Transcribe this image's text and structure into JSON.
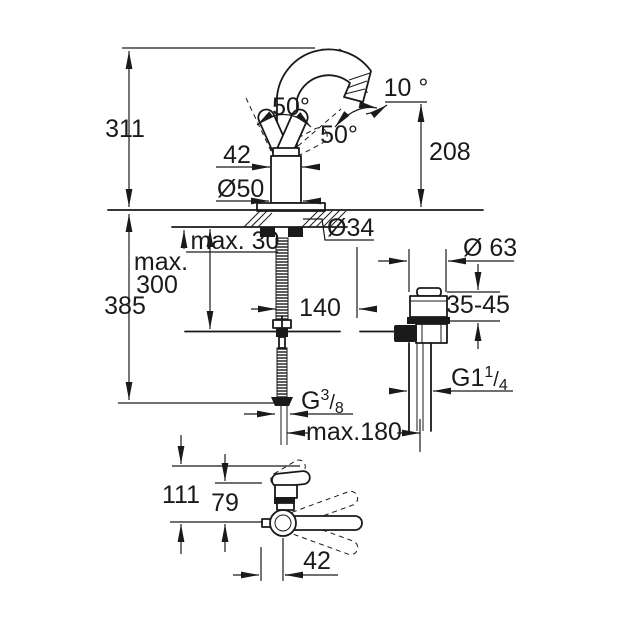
{
  "drawing": {
    "kind": "faucet installation dimension drawing",
    "views": [
      "side elevation with pop-up waste",
      "front elevation"
    ],
    "line_color": "#1a1a1a",
    "background_color": "#ffffff"
  },
  "main_view": {
    "overall_height": "311",
    "below_deck_height": "385",
    "hose_max_word": "max.",
    "hose_max_value": "300",
    "deck_thickness_max": "max. 30",
    "body_width": "42",
    "base_diameter": "Ø50",
    "hole_diameter": "Ø34",
    "lever_angle": "50°",
    "spout_swivel_angle": "50°",
    "spout_tip_angle": "10 °",
    "spout_outlet_height": "208",
    "rod_to_waste_distance": "140"
  },
  "pop_up_waste": {
    "flange_diameter": "Ø 63",
    "deck_thickness_range": "35-45",
    "outlet_thread": {
      "base": "G1",
      "sup": "1",
      "slash": "/",
      "sub": "4"
    }
  },
  "supply_connection": {
    "thread": {
      "base": "G",
      "sup": "3",
      "slash": "/",
      "sub": "8"
    },
    "max_distance": "max.180"
  },
  "front_view": {
    "height_to_lever_top": "111",
    "height_to_spout": "79",
    "lever_offset": "42"
  }
}
